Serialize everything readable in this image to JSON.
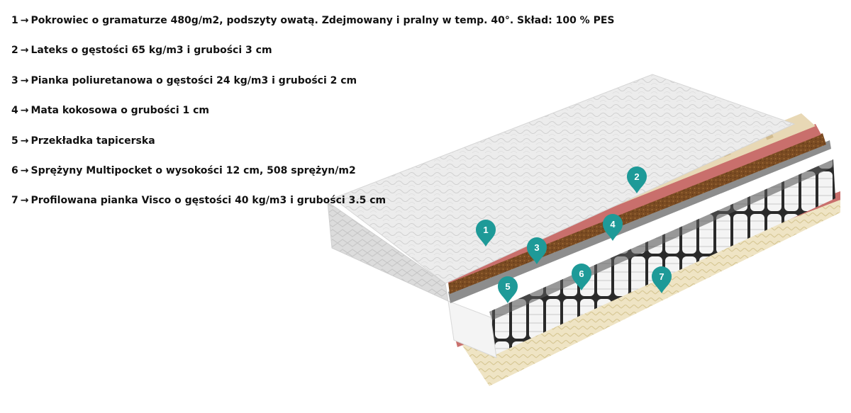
{
  "colors": {
    "marker": "#1e9a98",
    "latex": "#e8d8b5",
    "foam": "#c96f6c",
    "coconut": "#7a4b22",
    "cover": "#ececec",
    "spring_black": "#2a2a2a",
    "spring_white": "#f4f4f4"
  },
  "legend": [
    {
      "num": "1",
      "arrow": "→",
      "text": "Pokrowiec o gramaturze 480g/m2, podszyty owatą. Zdejmowany i pralny w temp. 40°. Skład: 100 % PES"
    },
    {
      "num": "2",
      "arrow": "→",
      "text": "Lateks o gęstości 65 kg/m3 i grubości 3 cm"
    },
    {
      "num": "3",
      "arrow": "→",
      "text": "Pianka poliuretanowa o gęstości 24 kg/m3 i grubości 2 cm"
    },
    {
      "num": "4",
      "arrow": "→",
      "text": "Mata kokosowa o grubości 1 cm"
    },
    {
      "num": "5",
      "arrow": "→",
      "text": "Przekładka tapicerska"
    },
    {
      "num": "6",
      "arrow": "→",
      "text": "Sprężyny Multipocket o wysokości 12 cm, 508 sprężyn/m2"
    },
    {
      "num": "7",
      "arrow": "→",
      "text": "Profilowana pianka Visco o gęstości 40 kg/m3 i grubości 3.5 cm"
    }
  ],
  "markers": [
    "1",
    "2",
    "3",
    "4",
    "5",
    "6",
    "7"
  ]
}
